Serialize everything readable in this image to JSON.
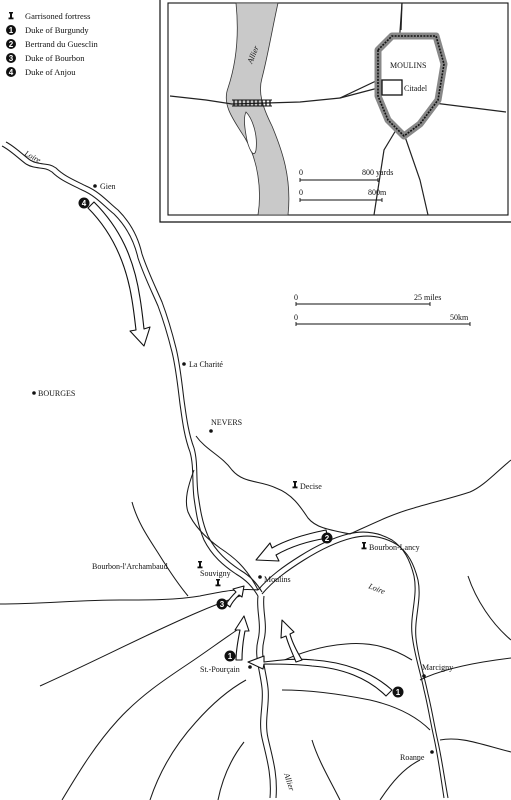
{
  "legend": {
    "items": [
      {
        "symbol": "fortress",
        "label": "Garrisoned fortress"
      },
      {
        "symbol": "1",
        "label": "Duke of Burgundy"
      },
      {
        "symbol": "2",
        "label": "Bertrand du Guesclin"
      },
      {
        "symbol": "3",
        "label": "Duke of Bourbon"
      },
      {
        "symbol": "4",
        "label": "Duke of Anjou"
      }
    ]
  },
  "inset": {
    "town_label": "MOULINS",
    "citadel_label": "Citadel",
    "river_label": "Allier",
    "scale": {
      "zero_top": "0",
      "yards_label": "800 yards",
      "zero_bottom": "0",
      "metres_label": "800m"
    }
  },
  "main_scale": {
    "zero_top": "0",
    "miles_label": "25 miles",
    "zero_bottom": "0",
    "km_label": "50km"
  },
  "places": {
    "gien": "Gien",
    "la_charite": "La Charité",
    "bourges": "BOURGES",
    "nevers": "NEVERS",
    "decise": "Decise",
    "bourbon_lancy": "Bourbon-Lancy",
    "bourbon_archambaud": "Bourbon-l'Archambaud",
    "souvigny": "Souvigny",
    "moulins": "Moulins",
    "st_pourcain": "St.-Pourçain",
    "marcigny": "Marcigny",
    "roanne": "Roanne"
  },
  "rivers": {
    "loire_north": "Loire",
    "loire_south": "Loire",
    "allier": "Allier"
  },
  "arrow_numbers": {
    "anjou": "4",
    "guesclin": "2",
    "bourbon": "3",
    "burgundy_a": "1",
    "burgundy_b": "1"
  },
  "icons": {
    "fortress": "fortress-icon",
    "town": "town-dot-icon"
  }
}
